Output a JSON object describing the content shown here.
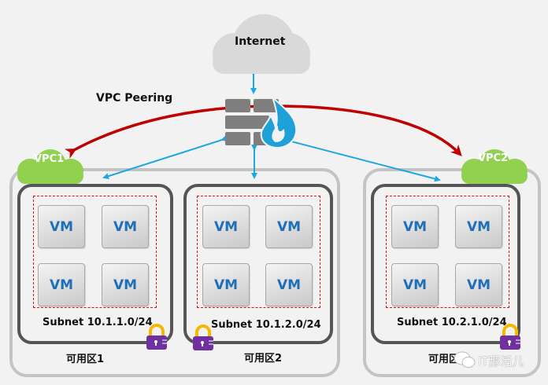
{
  "internet": {
    "label": "Internet",
    "icon": "cloud-icon"
  },
  "firewall": {
    "icon": "firewall-icon"
  },
  "peering": {
    "label": "VPC Peering",
    "color": "#c00000"
  },
  "link_color": "#1ea7e0",
  "vpcs": [
    {
      "label": "VPC1",
      "color": "#92d050"
    },
    {
      "label": "VPC2",
      "color": "#92d050"
    }
  ],
  "zones": [
    {
      "label": "可用区1"
    },
    {
      "label": "可用区2"
    },
    {
      "label": "可用区"
    }
  ],
  "subnets": [
    {
      "label": "Subnet 10.1.1.0/24",
      "vms": [
        "VM",
        "VM",
        "VM",
        "VM"
      ]
    },
    {
      "label": "Subnet 10.1.2.0/24",
      "vms": [
        "VM",
        "VM",
        "VM",
        "VM"
      ]
    },
    {
      "label": "Subnet 10.2.1.0/24",
      "vms": [
        "VM",
        "VM",
        "VM",
        "VM"
      ]
    }
  ],
  "watermark": {
    "text": "IT那活儿",
    "icon": "wechat-icon"
  }
}
